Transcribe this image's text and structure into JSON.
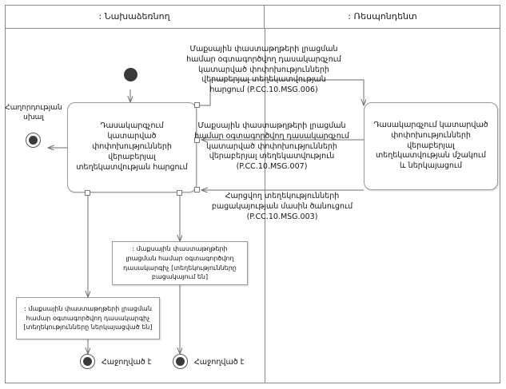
{
  "diagram": {
    "type": "uml-activity-diagram",
    "lanes": [
      {
        "id": "initiator",
        "title": ": Նախաձեռնող"
      },
      {
        "id": "respondent",
        "title": ": Ռեսպոնդենտ"
      }
    ],
    "nodes": {
      "initial": {
        "name": "initial-node"
      },
      "request_activity": {
        "label": "Դասակարգչում կատարված փոփոխությունների վերաբերյալ տեղեկատվության հարցում"
      },
      "process_activity": {
        "label": "Դասակարգչում կատարված փոփոխությունների վերաբերյալ տեղեկատվության մշակում և ներկայացում"
      },
      "error_final": {
        "label": "Հաղորդության սխալ"
      },
      "success_final_left": {
        "label": "Հաջողված է"
      },
      "success_final_right": {
        "label": "Հաջողված է"
      }
    },
    "objects": {
      "absent": {
        "label": ": մաքսային փաստաթղթերի լրացման համար օգտագործվող դասակարգիչ [տեղեկությունները բացակայում են]"
      },
      "present": {
        "label": ": մաքսային փաստաթղթերի լրացման համար օգտագործվող դասակարգիչ [տեղեկությունները ներկայացված են]"
      }
    },
    "flows": [
      {
        "id": "msg006",
        "label": "Մաքսային փաստաթղթերի լրացման համար օգտագործվող դասակարգչում կատարված փոփոխությունների վերաբերյալ տեղեկատվության հարցում (P.CC.10.MSG.006)"
      },
      {
        "id": "msg007",
        "label": "Մաքսային փաստաթղթերի լրացման համար օգտագործվող դասակարգչում կատարված փոփոխությունների վերաբերյալ տեղեկատվություն (P.CC.10.MSG.007)"
      },
      {
        "id": "msg003",
        "label": "Հարցվող տեղեկությունների բացակայության մասին ծանուցում (P.CC.10.MSG.003)"
      }
    ],
    "colors": {
      "border": "#8a8a8a",
      "node_fill": "#3a3a3a",
      "line": "#6d6d6d",
      "text": "#141414",
      "background": "#ffffff"
    }
  }
}
